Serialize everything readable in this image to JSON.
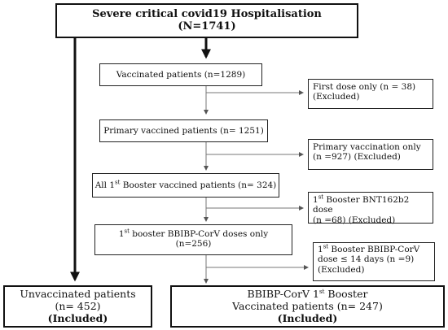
{
  "top": {
    "line1": "Severe critical covid19 Hospitalisation",
    "line2": "(N=1741)"
  },
  "steps": [
    {
      "text": "Vaccinated patients  (n=1289)"
    },
    {
      "text": "Primary vaccined patients  (n= 1251)"
    },
    {
      "pre": "All 1",
      "sup": "st",
      "post": " Booster vaccined patients  (n= 324)"
    },
    {
      "pre": "1",
      "sup": "st",
      "post": "  booster BBIBP-CorV doses only",
      "line2": "(n=256)"
    }
  ],
  "exclusions": [
    {
      "line1": "First dose only  (n = 38)",
      "line2": "(Excluded)"
    },
    {
      "line1": "Primary vaccination only",
      "line2": "(n =927)  (Excluded)"
    },
    {
      "pre": "1",
      "sup": "st",
      "post": " Booster  BNT162b2 dose",
      "line2": " (n =68)  (Excluded)"
    },
    {
      "pre": "1",
      "sup": "st",
      "post": "  Booster BBIBP-CorV",
      "line2": "dose ≤ 14 days  (n =9)",
      "line3": "(Excluded)"
    }
  ],
  "left_result": {
    "line1": "Unvaccinated patients",
    "line2": "(n= 452)",
    "line3": "(Included)"
  },
  "right_result": {
    "pre": "BBIBP-CorV 1",
    "sup": "st",
    "post": " Booster",
    "line2": "Vaccinated patients  (n= 247)",
    "line3": "(Included)"
  }
}
